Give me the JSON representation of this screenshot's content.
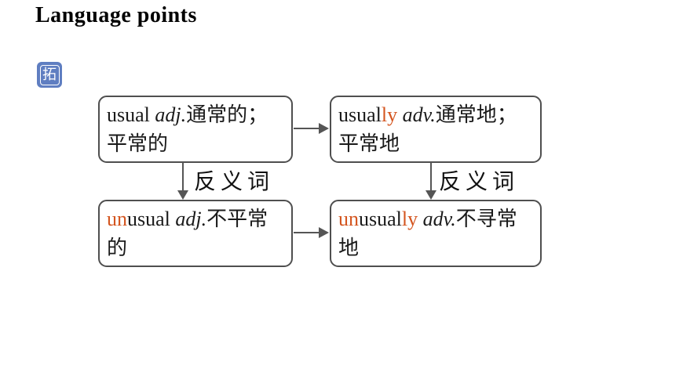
{
  "title": "Language points",
  "expand_icon": {
    "label": "拓",
    "background": "#5f7ec1",
    "foreground": "#ffffff"
  },
  "colors": {
    "page_background": "#ffffff",
    "text_black": "#1a1a1a",
    "highlight_orange": "#d4551f",
    "box_border_gray": "#4f4f4f",
    "arrow_gray": "#555555"
  },
  "diagram": {
    "boxes": [
      {
        "id": "usual",
        "parts": [
          {
            "t": "usual"
          },
          {
            "t": " adj."
          },
          {
            "t": "通常的；平常的"
          }
        ]
      },
      {
        "id": "usually",
        "parts": [
          {
            "t": "usual"
          },
          {
            "t": "ly"
          },
          {
            "t": " adv."
          },
          {
            "t": "通常地；平常地"
          }
        ]
      },
      {
        "id": "unusual",
        "parts": [
          {
            "t": "un"
          },
          {
            "t": "usual"
          },
          {
            "t": " adj."
          },
          {
            "t": "不平常的"
          }
        ]
      },
      {
        "id": "unusually",
        "parts": [
          {
            "t": "un"
          },
          {
            "t": "usual"
          },
          {
            "t": "ly"
          },
          {
            "t": " adv."
          },
          {
            "t": "不寻常地"
          }
        ]
      }
    ],
    "antonym_label_left": "反义词",
    "antonym_label_right": "反义词"
  }
}
